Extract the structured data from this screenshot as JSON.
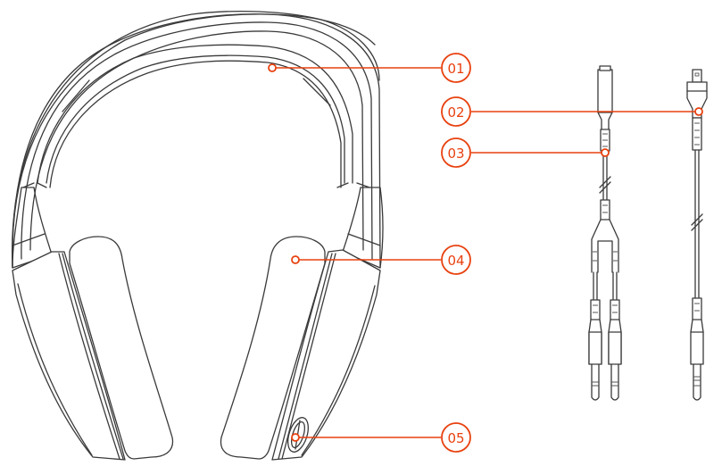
{
  "diagram": {
    "subject": "Headset parts overview (line drawing)",
    "accent_color": "#e8410f",
    "line_color": "#3a3a3a",
    "background": "#ffffff",
    "callouts": [
      {
        "id": "01",
        "label": "01",
        "target": "headband",
        "dot": [
          305,
          76
        ],
        "badge": [
          511,
          76
        ]
      },
      {
        "id": "02",
        "label": "02",
        "target": "headset-cable-connector",
        "dot": [
          783,
          125
        ],
        "badge": [
          511,
          125
        ]
      },
      {
        "id": "03",
        "label": "03",
        "target": "splitter-cable",
        "dot": [
          678,
          171
        ],
        "badge": [
          511,
          171
        ]
      },
      {
        "id": "04",
        "label": "04",
        "target": "ear-cushion",
        "dot": [
          331,
          291
        ],
        "badge": [
          511,
          291
        ]
      },
      {
        "id": "05",
        "label": "05",
        "target": "volume-wheel",
        "dot": [
          331,
          490
        ],
        "badge": [
          511,
          490
        ]
      }
    ]
  }
}
